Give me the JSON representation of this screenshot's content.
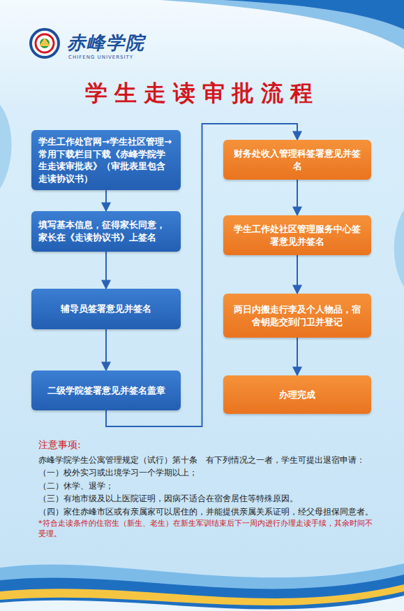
{
  "diagram": {
    "title": "学生走读审批流程",
    "nodes": [
      {
        "text": [
          "学生工作处官网→学生社区管理→常用下载栏目下载《赤峰学院学生走读审批表》（审批表里包含走读协议书）"
        ]
      },
      {
        "text": [
          "填写基本信息，征得家长同意，家长在《走读协议书》上签名"
        ]
      },
      {
        "text": [
          "辅导员签署意见并签名"
        ]
      },
      {
        "text": [
          "二级学院签署意见并签名盖章"
        ]
      },
      {
        "text": [
          "财务处收入管理科签署意见并签名"
        ]
      },
      {
        "text": [
          "学生工作处社区管理服务中心签署意见并签名"
        ]
      },
      {
        "text": [
          "两日内搬走行李及个人物品，宿舍钥匙交到门卫并登记"
        ]
      },
      {
        "text": [
          "办理完成"
        ]
      }
    ],
    "edges": [
      {
        "from": 0,
        "to": 1,
        "arrow": "to"
      },
      {
        "from": 1,
        "to": 2,
        "arrow": "to"
      },
      {
        "from": 2,
        "to": 3,
        "arrow": "to"
      },
      {
        "from": 3,
        "to": 4,
        "arrow": "to"
      },
      {
        "from": 4,
        "to": 5,
        "arrow": "to"
      },
      {
        "from": 5,
        "to": 6,
        "arrow": "to"
      },
      {
        "from": 6,
        "to": 7,
        "arrow": "to"
      }
    ],
    "labels": [
      "赤峰学院",
      "CHIFENG UNIVERSITY",
      "注意事项:",
      "赤峰学院学生公寓管理规定（试行）第十条　有下列情况之一者，学生可提出退宿申请：",
      "（一）校外实习或出境学习一个学期以上；",
      "（二）休学、退学；",
      "（三）有地市级及以上医院证明，因病不适合在宿舍居住等特殊原因。",
      "（四）家住赤峰市区或有亲属家可以居住的，并能提供亲属关系证明，经父母担保同意者。",
      "*符合走读条件的住宿生（新生、老生）在新生军训结束后下一周内进行办理走读手续，其余时间不受理。"
    ]
  }
}
